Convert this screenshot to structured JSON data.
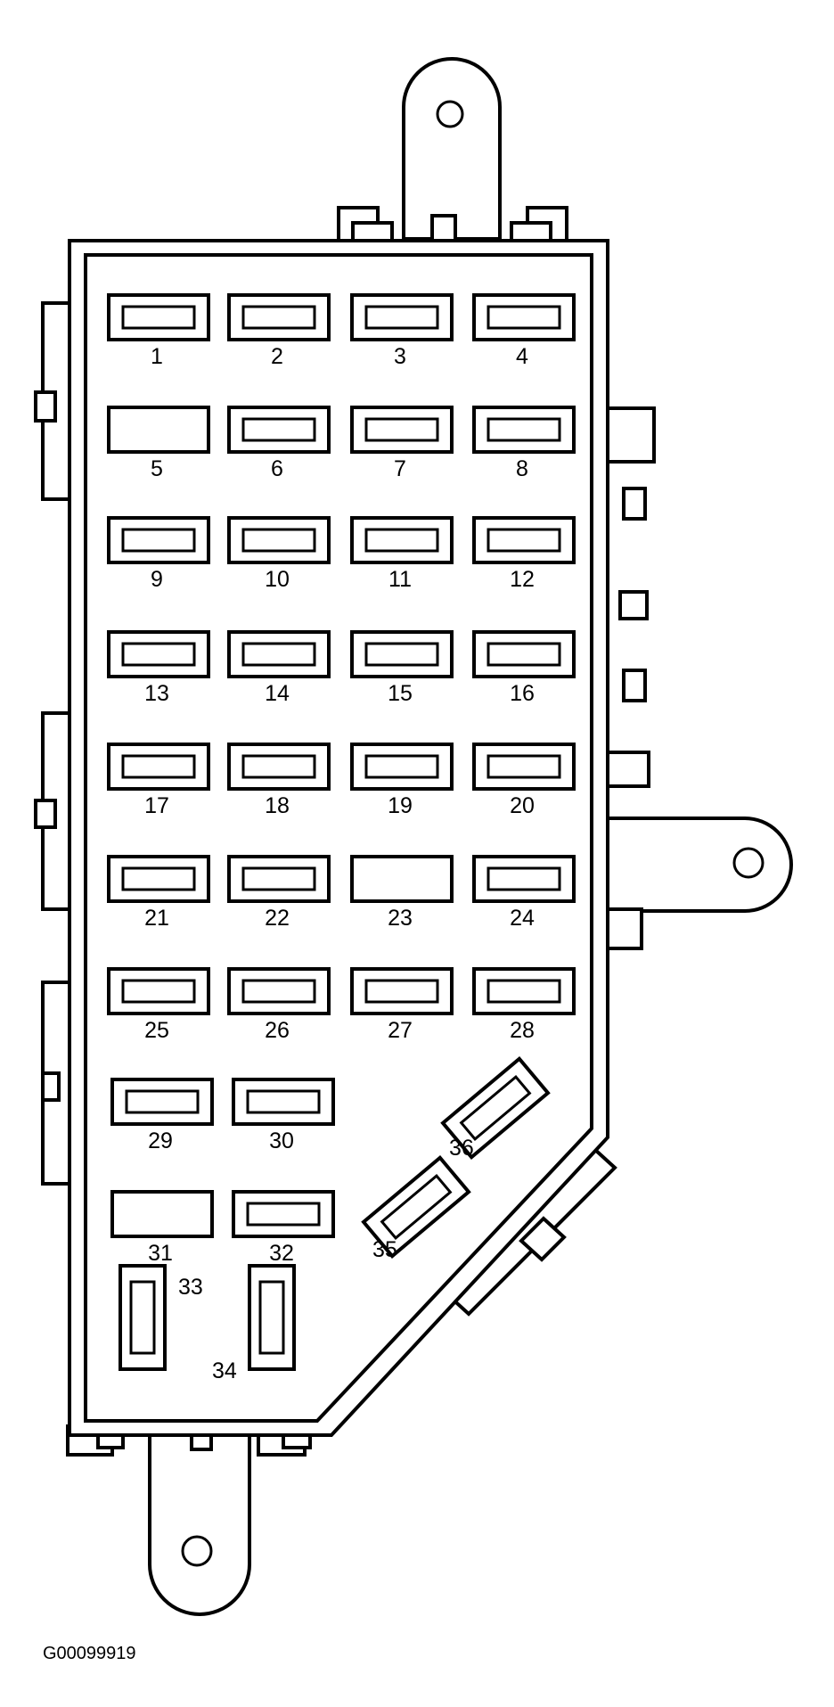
{
  "figure_id": "G00099919",
  "fuses": [
    {
      "label": "1",
      "type": "blade"
    },
    {
      "label": "2",
      "type": "blade"
    },
    {
      "label": "3",
      "type": "blade"
    },
    {
      "label": "4",
      "type": "blade"
    },
    {
      "label": "5",
      "type": "empty"
    },
    {
      "label": "6",
      "type": "blade"
    },
    {
      "label": "7",
      "type": "blade"
    },
    {
      "label": "8",
      "type": "blade"
    },
    {
      "label": "9",
      "type": "blade"
    },
    {
      "label": "10",
      "type": "blade"
    },
    {
      "label": "11",
      "type": "blade"
    },
    {
      "label": "12",
      "type": "blade"
    },
    {
      "label": "13",
      "type": "blade"
    },
    {
      "label": "14",
      "type": "blade"
    },
    {
      "label": "15",
      "type": "blade"
    },
    {
      "label": "16",
      "type": "blade"
    },
    {
      "label": "17",
      "type": "blade"
    },
    {
      "label": "18",
      "type": "blade"
    },
    {
      "label": "19",
      "type": "blade"
    },
    {
      "label": "20",
      "type": "blade"
    },
    {
      "label": "21",
      "type": "blade"
    },
    {
      "label": "22",
      "type": "blade"
    },
    {
      "label": "23",
      "type": "empty"
    },
    {
      "label": "24",
      "type": "blade"
    },
    {
      "label": "25",
      "type": "blade"
    },
    {
      "label": "26",
      "type": "blade"
    },
    {
      "label": "27",
      "type": "blade"
    },
    {
      "label": "28",
      "type": "blade"
    },
    {
      "label": "29",
      "type": "blade"
    },
    {
      "label": "30",
      "type": "blade"
    },
    {
      "label": "31",
      "type": "empty"
    },
    {
      "label": "32",
      "type": "blade"
    },
    {
      "label": "33",
      "type": "blade-vertical"
    },
    {
      "label": "34",
      "type": "blade-vertical"
    },
    {
      "label": "35",
      "type": "blade-angled"
    },
    {
      "label": "36",
      "type": "blade-angled"
    }
  ]
}
